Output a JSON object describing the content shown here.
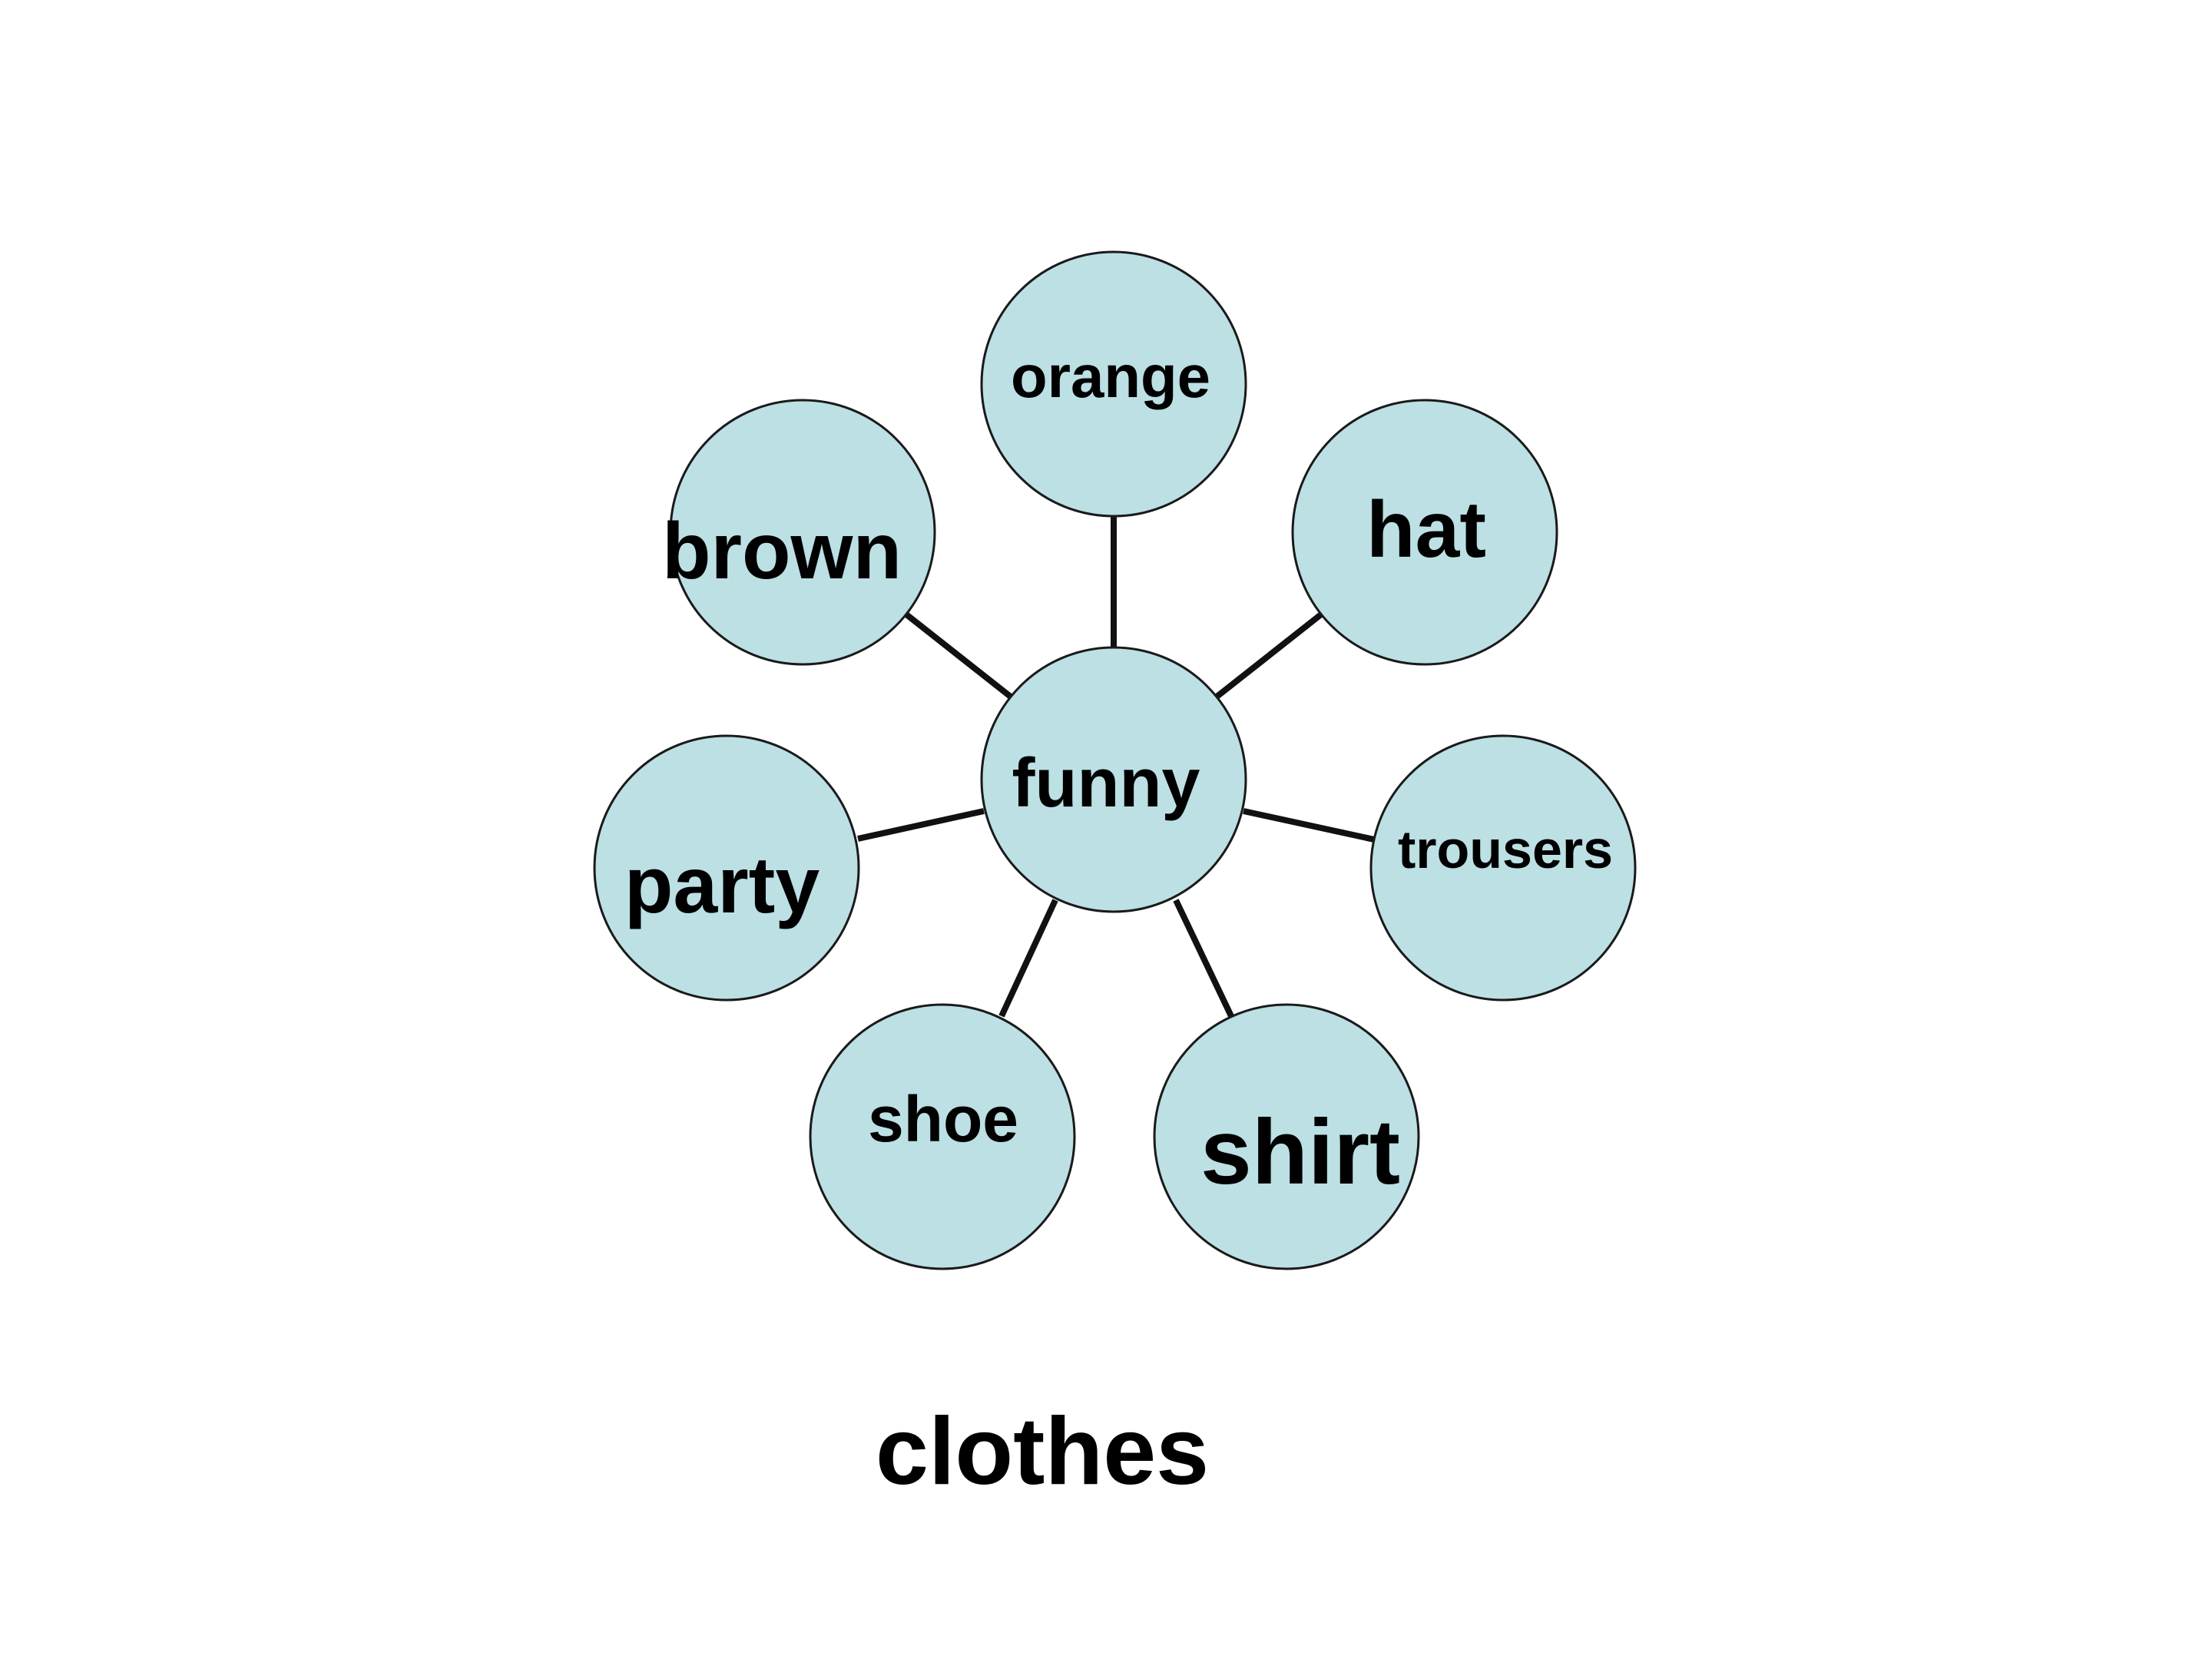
{
  "center": {
    "label": "funny"
  },
  "satellites": [
    {
      "id": "orange",
      "label": "orange"
    },
    {
      "id": "hat",
      "label": "hat"
    },
    {
      "id": "trousers",
      "label": "trousers"
    },
    {
      "id": "shirt",
      "label": "shirt"
    },
    {
      "id": "shoe",
      "label": "shoe"
    },
    {
      "id": "party",
      "label": "party"
    },
    {
      "id": "brown",
      "label": "brown"
    }
  ],
  "footer": {
    "word": "clothes"
  },
  "colors": {
    "node_fill": "#bce0e4",
    "node_stroke": "#1a1a1a",
    "connector": "#111111",
    "text": "#000000"
  }
}
